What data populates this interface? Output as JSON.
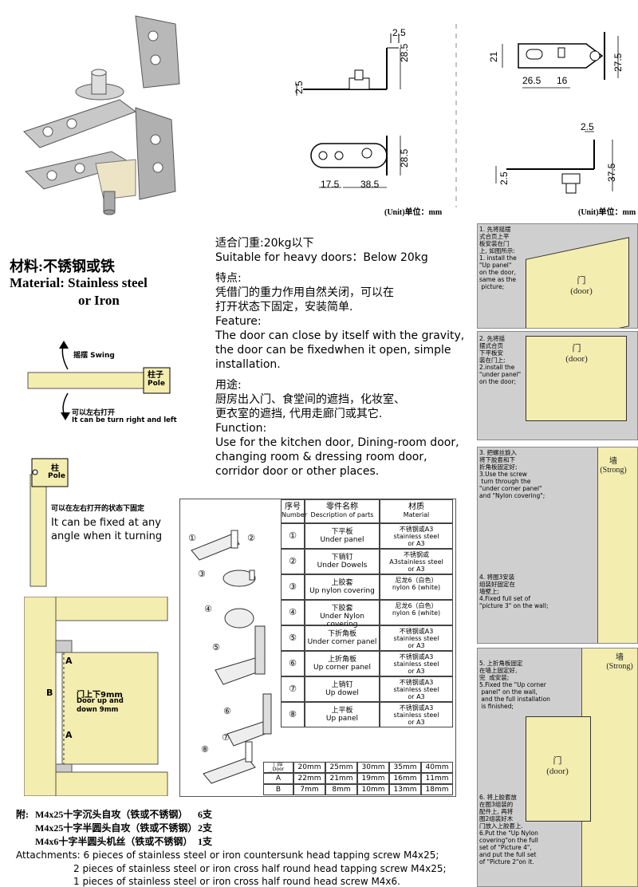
{
  "drawings": {
    "dims": [
      "2.5",
      "28.5",
      "2.5",
      "28.5",
      "17.5",
      "38.5",
      "21",
      "27.5",
      "26.5",
      "16",
      "2.5",
      "37.5",
      "2.5"
    ],
    "unit_left": "(Unit)单位：mm",
    "unit_right": "(Unit)单位：mm"
  },
  "material": {
    "cn": "材料:不锈钢或铁",
    "en_line1": "Material: Stainless steel",
    "en_line2": "or Iron"
  },
  "intro": {
    "weight_cn": "适合门重:20kg以下",
    "weight_en": "Suitable for heavy doors：Below 20kg",
    "feature_cn_title": "特点:",
    "feature_cn_1": "凭借门的重力作用自然关闭，可以在",
    "feature_cn_2": "打开状态下固定，安装简单.",
    "feature_en_title": "Feature:",
    "feature_en_1": "The door can close by itself with the gravity,",
    "feature_en_2": "the door can be fixedwhen it open, simple",
    "feature_en_3": "installation.",
    "use_cn_title": "用途:",
    "use_cn_1": "厨房出入门、食堂间的遮挡，化妆室、",
    "use_cn_2": "更衣室的遮挡, 代用走廊门或其它.",
    "function_en_title": "Function:",
    "function_en_1": "Use for the kitchen door, Dining-room door,",
    "function_en_2": "changing room & dressing room door,",
    "function_en_3": "corridor door or other places."
  },
  "swing": {
    "swing_label": "摇摆 Swing",
    "pole_cn": "柱子",
    "pole_en": "Pole",
    "turn_cn": "可以左右打开",
    "turn_en": "It can be turn right and left"
  },
  "fixed": {
    "pole_cn": "柱",
    "pole_en": "Pole",
    "fix_cn": "可以在左右打开的状态下固定",
    "fix_en_1": "It can be fixed at any",
    "fix_en_2": "angle when it turning"
  },
  "section": {
    "label_a_top": "A",
    "label_b": "B",
    "label_a_bottom": "A",
    "note_cn": "门上下9mm",
    "note_en_1": "Door up and",
    "note_en_2": "down 9mm"
  },
  "parts": {
    "headers": [
      {
        "cn": "序号",
        "en": "Number"
      },
      {
        "cn": "零件名称",
        "en": "Description of parts"
      },
      {
        "cn": "材质",
        "en": "Material"
      }
    ],
    "rows": [
      {
        "num": "①",
        "cn": "下平板",
        "en": "Under panel",
        "mat": [
          "不锈钢或A3",
          "stainless steel",
          "or A3"
        ]
      },
      {
        "num": "②",
        "cn": "下销钉",
        "en": "Under Dowels",
        "mat": [
          "不锈钢或",
          "A3stainless steel",
          "or A3"
        ]
      },
      {
        "num": "③",
        "cn": "上胶套",
        "en": "Up nylon covering",
        "mat": [
          "尼龙6（白色）",
          "nylon 6 (white)"
        ]
      },
      {
        "num": "④",
        "cn": "下胶套",
        "en": "Under Nylon covering",
        "mat": [
          "尼龙6（白色）",
          "nylon 6 (white)"
        ]
      },
      {
        "num": "⑤",
        "cn": "下折角板",
        "en": "Under corner panel",
        "mat": [
          "不锈钢或A3",
          "stainless steel",
          "or A3"
        ]
      },
      {
        "num": "⑥",
        "cn": "上折角板",
        "en": "Up corner panel",
        "mat": [
          "不锈钢或A3",
          "stainless steel",
          "or A3"
        ]
      },
      {
        "num": "⑦",
        "cn": "上销钉",
        "en": "Up dowel",
        "mat": [
          "不锈钢或A3",
          "stainless steel",
          "or A3"
        ]
      },
      {
        "num": "⑧",
        "cn": "上平板",
        "en": "Up panel",
        "mat": [
          "不锈钢或A3",
          "stainless steel",
          "or A3"
        ]
      }
    ],
    "callouts": [
      "①",
      "②",
      "③",
      "④",
      "⑤",
      "⑥",
      "⑦",
      "⑧"
    ]
  },
  "thickness": {
    "header_cn": "门厚",
    "header_en": "Door thickess",
    "cols": [
      "20mm",
      "25mm",
      "30mm",
      "35mm",
      "40mm"
    ],
    "rows": [
      {
        "label": "A",
        "vals": [
          "22mm",
          "21mm",
          "19mm",
          "16mm",
          "11mm"
        ]
      },
      {
        "label": "B",
        "vals": [
          "7mm",
          "8mm",
          "10mm",
          "13mm",
          "18mm"
        ]
      }
    ]
  },
  "attachments": {
    "prefix_cn": "附:",
    "cn": [
      {
        "text": "M4x25十字沉头自攻（铁或不锈钢）",
        "qty": "6支"
      },
      {
        "text": "M4x25十字半圆头自攻（铁或不锈钢）",
        "qty": "2支"
      },
      {
        "text": "M4x6十字半圆头机丝（铁或不锈钢）",
        "qty": "1支"
      }
    ],
    "en": [
      "Attachments: 6 pieces of stainless steel or iron countersunk head tapping screw M4x25;",
      "2 pieces of stainless steel or iron cross half round head tapping screw M4x25;",
      "1 pieces of stainless steel or iron cross half round head screw M4x6."
    ]
  },
  "steps": {
    "s1": "1. 先将摇摆\n式合页上平\n板安装在门\n上, 如图所示:\n1. install the\n\"Up panel\"\non the door,\nsame as the\n picture;",
    "s1_door": "门\n(door)",
    "s2": "2. 先将摇\n摆式合页\n下平板安\n装在门上;\n2.install the\n\"under panel\"\non the door;",
    "s2_door": "门\n(door)",
    "s3": "3. 把螺丝旋入\n将下胶套和下\n折角板固定好;\n3.Use the screw\n turn through the\n\"under corner panel\"\nand \"Nylon covering\";",
    "s3_wall": "墙\n(Strong)",
    "s4": "4. 将图3安装\n组装好固定在\n墙壁上;\n4.Fixed full set of\n\"picture 3\" on the wall;",
    "s5": "5. 上折角板固定\n在墙上固定好,\n完  成安装;\n5.Fixed the \"Up corner\n panel\" on the wall,\n and the full installation\n is finished;",
    "s5_wall": "墙\n(Strong)",
    "s5_door": "门\n(door)",
    "s6": "6. 将上胶套放\n在图3组装的\n配件上, 再将\n图2组装好木\n门放入上胶套上.\n6.Put the \"Up Nylon\ncovering\"on the full\nset of \"Picture 4\",\nand put the full set\nof \"Picture 2\"on it."
  }
}
